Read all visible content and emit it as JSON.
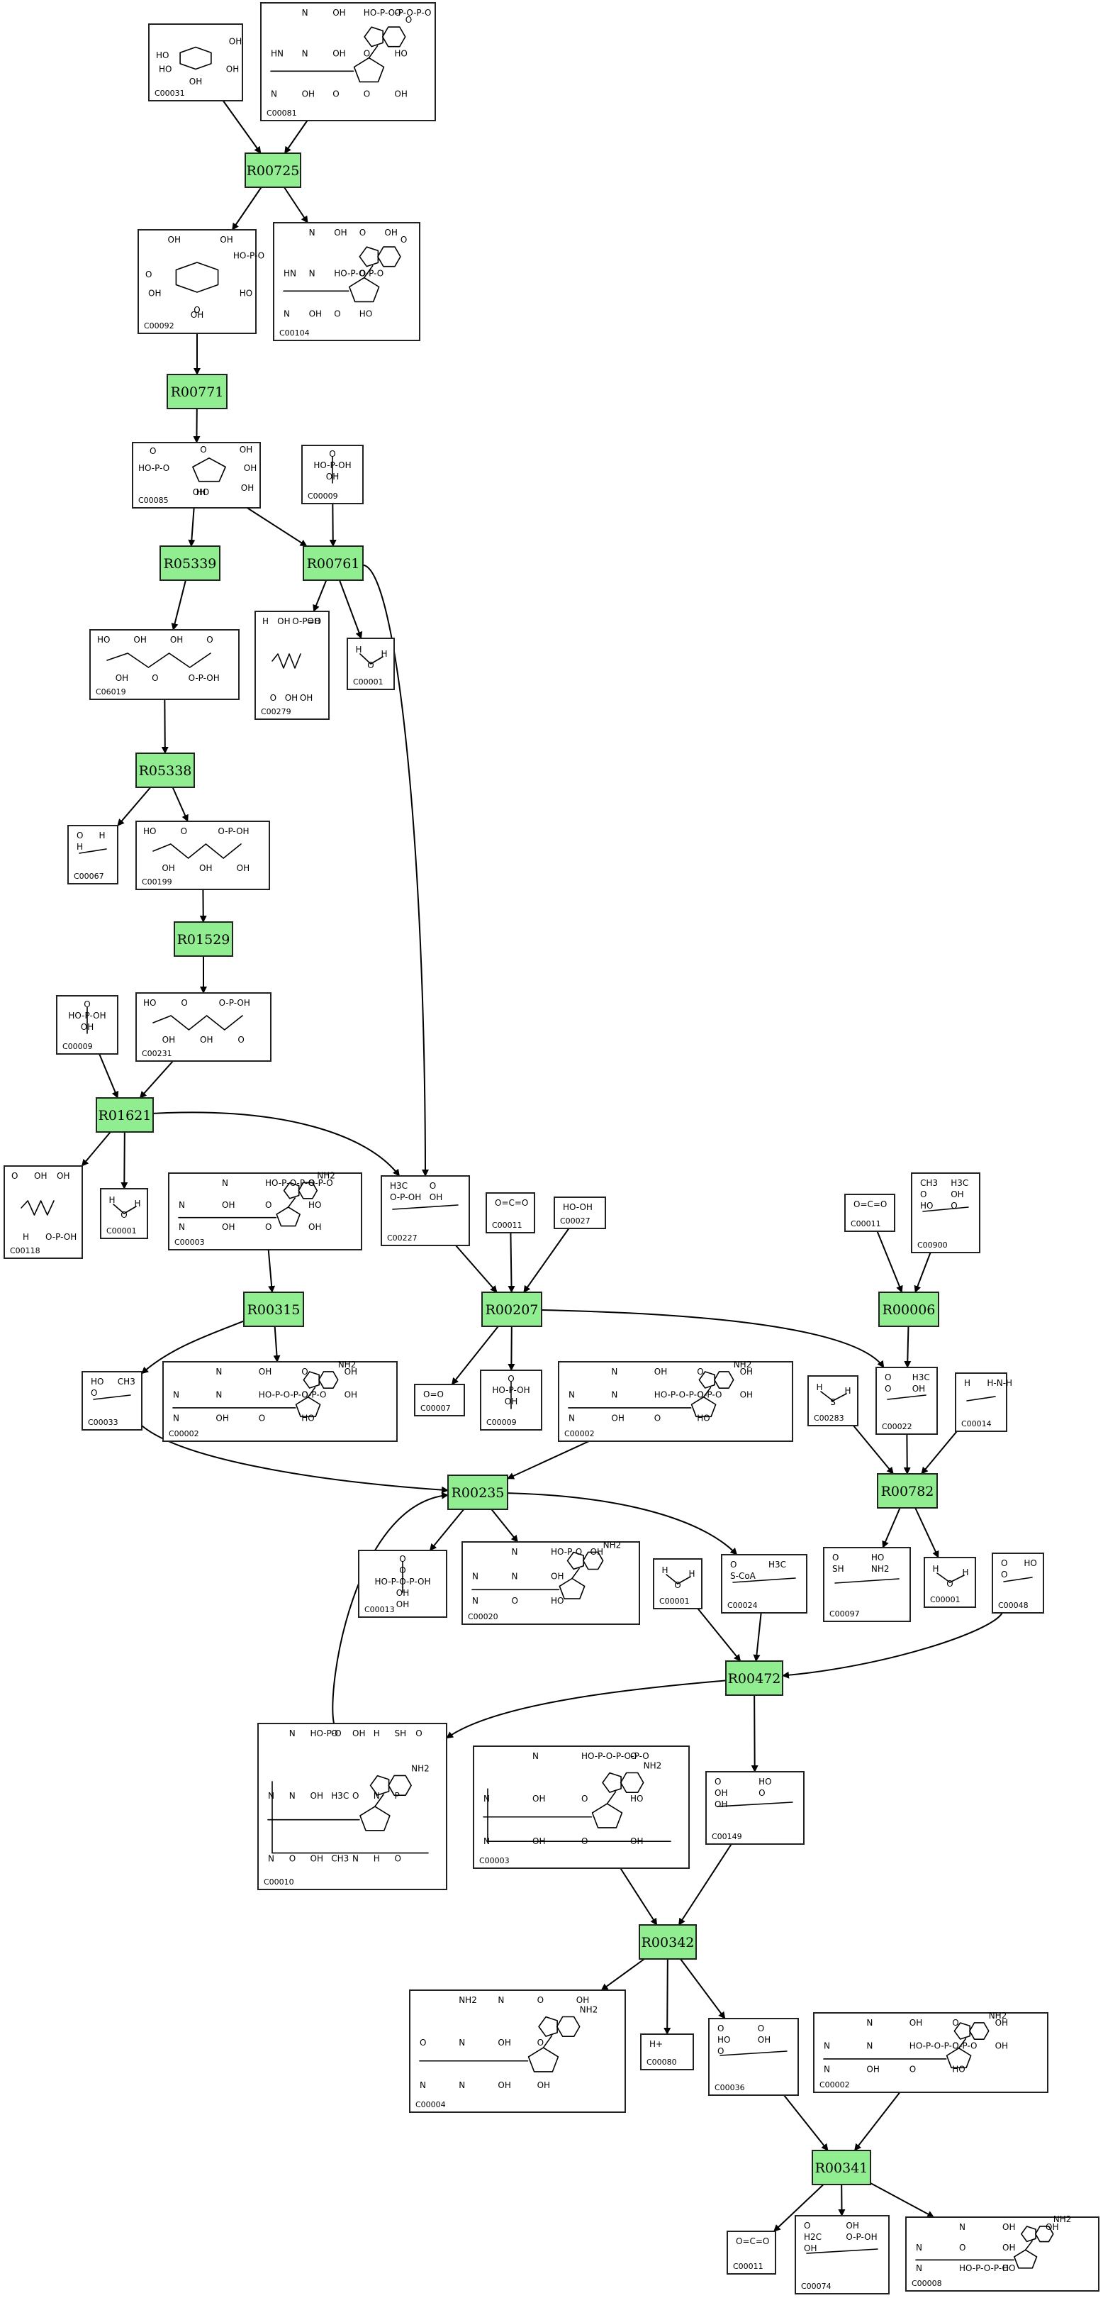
{
  "compounds": [
    {
      "id": "C00031",
      "label": "C00031",
      "formula": [
        "HO",
        "OH",
        "HO",
        "OH",
        "OH"
      ],
      "kind": "sugar6"
    },
    {
      "id": "C00081",
      "label": "C00081",
      "formula": [
        "O",
        "HN",
        "N",
        "N",
        "N",
        "OH",
        "OH",
        "OH",
        "O",
        "HO-P-O-P-O-P-O",
        "O",
        "O",
        "O",
        "HO",
        "OH"
      ],
      "kind": "nucleotide"
    },
    {
      "id": "C00092",
      "label": "C00092",
      "formula": [
        "O",
        "HO-P-O",
        "OH",
        "O",
        "HO",
        "OH",
        "OH",
        "OH"
      ],
      "kind": "sugar6"
    },
    {
      "id": "C00104",
      "label": "C00104",
      "formula": [
        "O",
        "HN",
        "N",
        "N",
        "N",
        "OH",
        "OH",
        "HO-P-O-P-O",
        "O",
        "O",
        "O",
        "HO",
        "OH"
      ],
      "kind": "nucleotide"
    },
    {
      "id": "C00085",
      "label": "C00085",
      "formula": [
        "O",
        "HO-P-O",
        "OH",
        "O",
        "OH",
        "OH",
        "OH",
        "HO"
      ],
      "kind": "sugar5"
    },
    {
      "id": "C00009",
      "label": "C00009",
      "formula": [
        "O",
        "HO-P-OH",
        "OH"
      ],
      "kind": "phosphate"
    },
    {
      "id": "C00279",
      "label": "C00279",
      "formula": [
        "H",
        "O",
        "OH",
        "OH",
        "O-P=O",
        "OH",
        "OH"
      ],
      "kind": "chain"
    },
    {
      "id": "C00001",
      "label": "C00001",
      "formula": [
        "H",
        "O",
        "H"
      ],
      "kind": "water"
    },
    {
      "id": "C06019",
      "label": "C06019",
      "formula": [
        "HO",
        "OH",
        "OH",
        "O",
        "OH",
        "O-P-OH",
        "O"
      ],
      "kind": "chain"
    },
    {
      "id": "C00067",
      "label": "C00067",
      "formula": [
        "O",
        "H",
        "H"
      ],
      "kind": "small"
    },
    {
      "id": "C00199",
      "label": "C00199",
      "formula": [
        "HO",
        "OH",
        "O",
        "OH",
        "O-P-OH",
        "OH"
      ],
      "kind": "chain"
    },
    {
      "id": "C00231",
      "label": "C00231",
      "formula": [
        "HO",
        "OH",
        "O",
        "OH",
        "O-P-OH",
        "O"
      ],
      "kind": "chain"
    },
    {
      "id": "C00118",
      "label": "C00118",
      "formula": [
        "O",
        "H",
        "OH",
        "O-P-OH",
        "OH"
      ],
      "kind": "chain"
    },
    {
      "id": "C00003",
      "label": "C00003",
      "formula": [
        "NH2",
        "N",
        "N",
        "N",
        "OH",
        "OH",
        "HO-P-O-P-O-P-O",
        "O",
        "O",
        "O",
        "HO",
        "OH"
      ],
      "kind": "nucleotide"
    },
    {
      "id": "C00227",
      "label": "C00227",
      "formula": [
        "H3C",
        "O",
        "O-P-OH",
        "OH"
      ],
      "kind": "small"
    },
    {
      "id": "C00011",
      "label": "C00011",
      "formula": [
        "O=C=O"
      ],
      "kind": "small"
    },
    {
      "id": "C00027",
      "label": "C00027",
      "formula": [
        "HO-OH"
      ],
      "kind": "small"
    },
    {
      "id": "C00900",
      "label": "C00900",
      "formula": [
        "CH3",
        "H3C",
        "O",
        "OH",
        "HO",
        "O"
      ],
      "kind": "small"
    },
    {
      "id": "C00033",
      "label": "C00033",
      "formula": [
        "HO",
        "CH3",
        "O"
      ],
      "kind": "small"
    },
    {
      "id": "C00002",
      "label": "C00002",
      "formula": [
        "NH2",
        "N",
        "N",
        "N",
        "N",
        "OH",
        "OH",
        "HO-P-O-P-O-P-O",
        "O",
        "O",
        "O",
        "HO",
        "OH",
        "OH"
      ],
      "kind": "nucleotide"
    },
    {
      "id": "C00007",
      "label": "C00007",
      "formula": [
        "O=O"
      ],
      "kind": "small"
    },
    {
      "id": "C00283",
      "label": "C00283",
      "formula": [
        "H",
        "S",
        "H"
      ],
      "kind": "water"
    },
    {
      "id": "C00022",
      "label": "C00022",
      "formula": [
        "O",
        "H3C",
        "O",
        "OH"
      ],
      "kind": "small"
    },
    {
      "id": "C00014",
      "label": "C00014",
      "formula": [
        "H",
        "H-N-H"
      ],
      "kind": "small"
    },
    {
      "id": "C00013",
      "label": "C00013",
      "formula": [
        "O",
        "O",
        "HO-P-O-P-OH",
        "OH",
        "OH"
      ],
      "kind": "phosphate"
    },
    {
      "id": "C00020",
      "label": "C00020",
      "formula": [
        "NH2",
        "N",
        "N",
        "N",
        "N",
        "O",
        "HO-P-O",
        "OH",
        "HO",
        "OH"
      ],
      "kind": "nucleotide"
    },
    {
      "id": "C00024",
      "label": "C00024",
      "formula": [
        "O",
        "H3C",
        "S-CoA"
      ],
      "kind": "small"
    },
    {
      "id": "C00097",
      "label": "C00097",
      "formula": [
        "O",
        "HO",
        "SH",
        "NH2"
      ],
      "kind": "small"
    },
    {
      "id": "C00048",
      "label": "C00048",
      "formula": [
        "O",
        "HO",
        "O"
      ],
      "kind": "small"
    },
    {
      "id": "C00010",
      "label": "C00010",
      "formula": [
        "NH2",
        "N",
        "N",
        "N",
        "N",
        "O",
        "HO-P-O",
        "OH",
        "OH",
        "O",
        "H3C",
        "CH3",
        "OH",
        "O",
        "N",
        "H",
        "N",
        "H",
        "SH",
        "P",
        "O",
        "O"
      ],
      "kind": "coa"
    },
    {
      "id": "C00149",
      "label": "C00149",
      "formula": [
        "O",
        "HO",
        "OH",
        "O",
        "OH"
      ],
      "kind": "small"
    },
    {
      "id": "C00004",
      "label": "C00004",
      "formula": [
        "NH2",
        "O",
        "N",
        "NH2",
        "N",
        "N",
        "N",
        "OH",
        "OH",
        "O",
        "O",
        "OH",
        "OH"
      ],
      "kind": "nucleotide"
    },
    {
      "id": "C00080",
      "label": "C00080",
      "formula": [
        "H+"
      ],
      "kind": "small"
    },
    {
      "id": "C00036",
      "label": "C00036",
      "formula": [
        "O",
        "O",
        "HO",
        "OH",
        "O"
      ],
      "kind": "small"
    },
    {
      "id": "C00074",
      "label": "C00074",
      "formula": [
        "O",
        "OH",
        "H2C",
        "O-P-OH",
        "OH"
      ],
      "kind": "small"
    },
    {
      "id": "C00008",
      "label": "C00008",
      "formula": [
        "NH2",
        "N",
        "N",
        "N",
        "O",
        "HO-P-O-P-O",
        "OH",
        "OH",
        "HO",
        "OH"
      ],
      "kind": "nucleotide"
    }
  ],
  "reactions": [
    {
      "id": "R00725",
      "label": "R00725"
    },
    {
      "id": "R00771",
      "label": "R00771"
    },
    {
      "id": "R05339",
      "label": "R05339"
    },
    {
      "id": "R00761",
      "label": "R00761"
    },
    {
      "id": "R05338",
      "label": "R05338"
    },
    {
      "id": "R01529",
      "label": "R01529"
    },
    {
      "id": "R01621",
      "label": "R01621"
    },
    {
      "id": "R00315",
      "label": "R00315"
    },
    {
      "id": "R00207",
      "label": "R00207"
    },
    {
      "id": "R00006",
      "label": "R00006"
    },
    {
      "id": "R00782",
      "label": "R00782"
    },
    {
      "id": "R00235",
      "label": "R00235"
    },
    {
      "id": "R00472",
      "label": "R00472"
    },
    {
      "id": "R00342",
      "label": "R00342"
    },
    {
      "id": "R00341",
      "label": "R00341"
    }
  ],
  "colors": {
    "reaction_fill": "#90ee90",
    "stroke": "#222222",
    "background": "#ffffff"
  }
}
